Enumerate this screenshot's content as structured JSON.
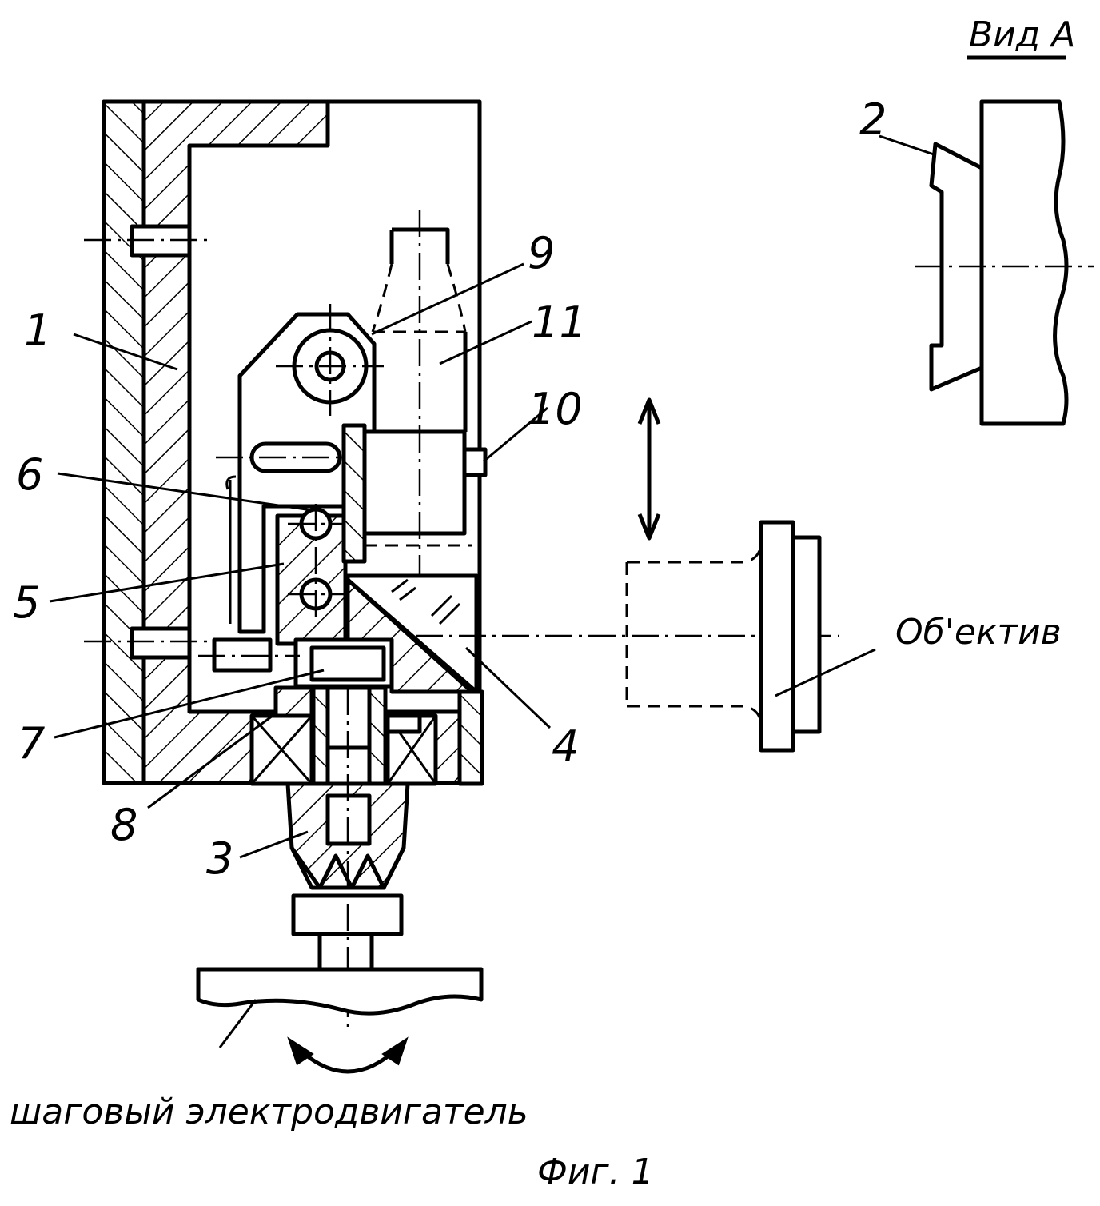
{
  "view_title": "Вид А",
  "figure_caption": "Фиг. 1",
  "labels": {
    "l1": "1",
    "l2": "2",
    "l3": "3",
    "l4": "4",
    "l5": "5",
    "l6": "6",
    "l7": "7",
    "l8": "8",
    "l9": "9",
    "l10": "10",
    "l11": "11",
    "lens": "Об'ектив",
    "motor": "шаговый  электродвигатель"
  }
}
